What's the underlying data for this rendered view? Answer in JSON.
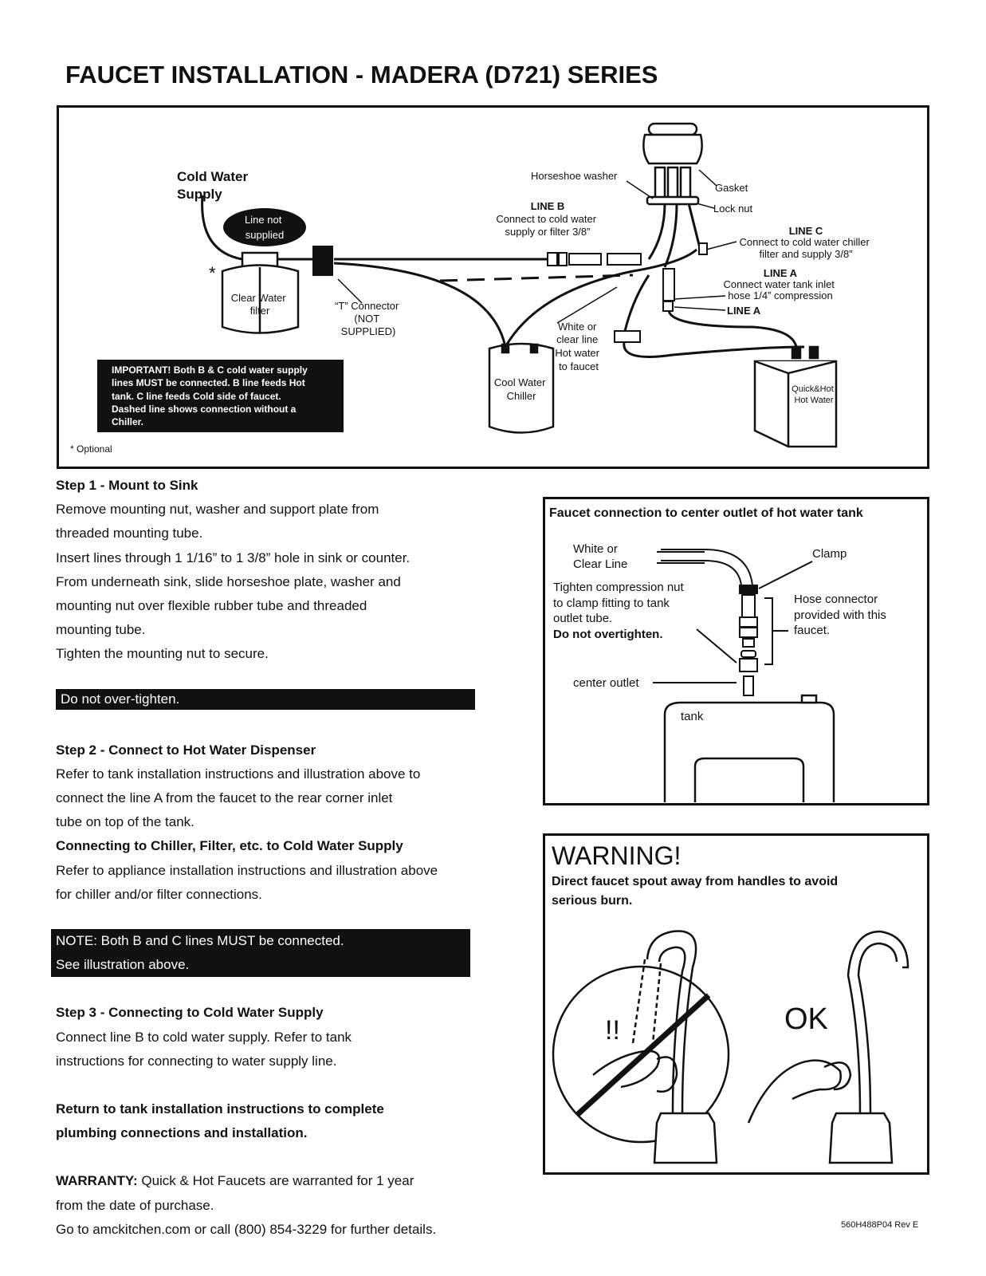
{
  "title": "FAUCET INSTALLATION - MADERA (D721) SERIES",
  "diagram": {
    "cold_water_supply": [
      "Cold Water",
      "Supply"
    ],
    "line_not_supplied": [
      "Line not",
      "supplied"
    ],
    "asterisk": "*",
    "filter_label": [
      "Clear Water",
      "filter"
    ],
    "t_connector": [
      "“T” Connector",
      "(NOT",
      "SUPPLIED)"
    ],
    "horseshoe_washer": "Horseshoe washer",
    "gasket": "Gasket",
    "lock_nut": "Lock nut",
    "line_b_title": "LINE B",
    "line_b_desc": [
      "Connect to cold water",
      "supply or filter 3/8”"
    ],
    "line_c_title": "LINE C",
    "line_c_desc": [
      "Connect to cold water chiller",
      "filter and supply 3/8”"
    ],
    "line_a_title": "LINE A",
    "line_a_desc": [
      "Connect water tank inlet",
      "hose 1/4” compression"
    ],
    "line_a_label": "LINE A",
    "white_line": [
      "White or",
      "clear line",
      "Hot water",
      "to faucet"
    ],
    "chiller_label": [
      "Cool Water",
      "Chiller"
    ],
    "tank_label": [
      "Quick&Hot",
      "Hot Water"
    ],
    "important": [
      "IMPORTANT! Both B & C cold water supply",
      "lines MUST be connected. B line feeds Hot",
      "tank. C line feeds Cold side of faucet.",
      "Dashed line shows connection without a",
      "Chiller."
    ],
    "optional": "* Optional"
  },
  "steps": {
    "step1_title": "Step 1 - Mount to Sink",
    "step1_lines": [
      "Remove mounting nut, washer and support plate from",
      "threaded mounting tube.",
      "Insert lines through 1 1/16” to 1 3/8” hole in sink  or counter.",
      "From underneath sink, slide horseshoe plate, washer and",
      "mounting nut over flexible rubber tube and threaded",
      "mounting tube.",
      "Tighten the mounting nut to secure."
    ],
    "step1_warning": "Do not over-tighten.",
    "step2_title": "Step 2 - Connect to Hot Water Dispenser",
    "step2_lines": [
      "Refer to tank installation instructions and illustration above to",
      "connect the line A from the faucet to the rear corner inlet",
      "tube on top of the tank."
    ],
    "chiller_title": "Connecting to Chiller, Filter, etc. to Cold Water Supply",
    "chiller_lines": [
      "Refer to appliance installation instructions and illustration above",
      "for chiller and/or filter connections."
    ],
    "note_lines": [
      "NOTE: Both B and C lines MUST be connected.",
      "See illustration above."
    ],
    "step3_title": "Step 3 - Connecting to Cold Water Supply",
    "step3_lines": [
      "Connect line B to cold water supply. Refer to tank",
      "instructions for connecting to water supply line."
    ],
    "return_lines": [
      "Return to tank installation instructions to complete",
      "plumbing connections and installation."
    ],
    "warranty_label": "WARRANTY:",
    "warranty_line1": " Quick & Hot Faucets are warranted for 1 year",
    "warranty_lines": [
      "from the date of purchase.",
      "Go to amckitchen.com or call (800) 854-3229 for further details."
    ]
  },
  "outlet": {
    "title": "Faucet connection to center outlet of hot water tank",
    "white_line": [
      "White or",
      "Clear Line"
    ],
    "clamp": "Clamp",
    "tighten": [
      "Tighten compression nut",
      "to clamp fitting to tank",
      "outlet tube."
    ],
    "no_overtighten": "Do not overtighten.",
    "hose_connector": [
      "Hose connector",
      "provided with this",
      "faucet."
    ],
    "center_outlet": "center outlet",
    "tank": "tank"
  },
  "warning": {
    "title": "WARNING!",
    "lines": [
      "Direct faucet spout away from handles to avoid",
      "serious burn."
    ],
    "exclaim": "!!",
    "ok": "OK"
  },
  "doc_code": "560H488P04 Rev E"
}
